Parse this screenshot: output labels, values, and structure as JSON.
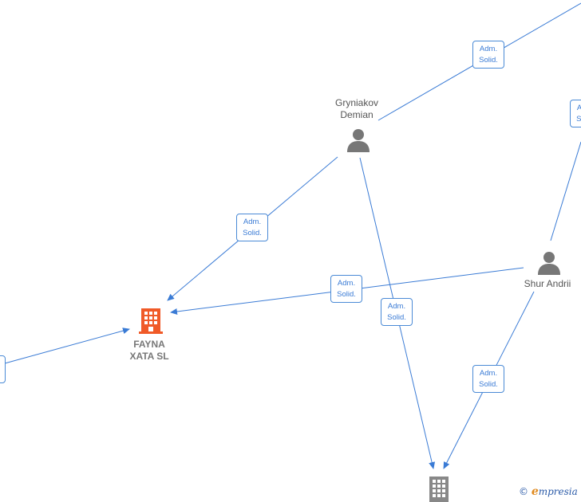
{
  "people": {
    "gryniakov": {
      "line1": "Gryniakov",
      "line2": "Demian"
    },
    "shur": {
      "name": "Shur Andrii"
    }
  },
  "companies": {
    "fayna": {
      "line1": "FAYNA",
      "line2": "XATA  SL",
      "color": "#f05a28"
    },
    "bottom": {
      "color": "#888888"
    }
  },
  "edge_label": {
    "line1": "Adm.",
    "line2": "Solid."
  },
  "watermark": {
    "symbol": "©",
    "brand_initial": "e",
    "brand_rest": "mpresia"
  },
  "colors": {
    "edge": "#3a7bd5",
    "person_icon": "#777777"
  }
}
